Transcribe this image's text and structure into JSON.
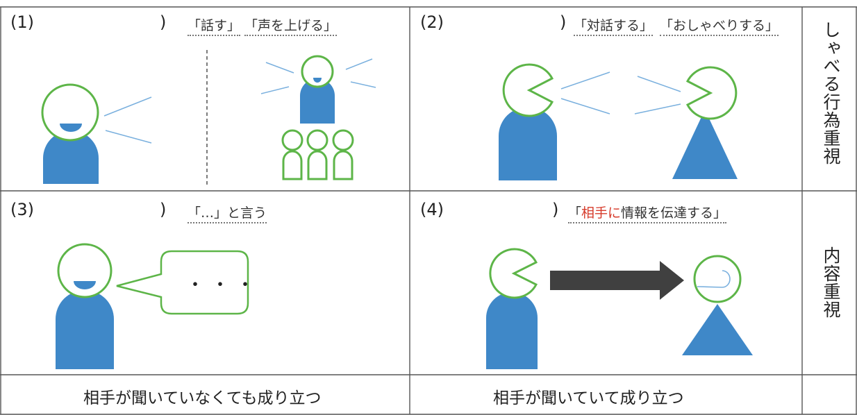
{
  "panels": [
    {
      "number": "(1)",
      "close_paren": ")",
      "phrase_a": "「話す」",
      "phrase_b": "「声を上げる」"
    },
    {
      "number": "(2)",
      "close_paren": ")",
      "phrase_a": "「対話する」",
      "phrase_b": "「おしゃべりする」"
    },
    {
      "number": "(3)",
      "close_paren": ")",
      "phrase_a": "「…」と言う",
      "bubble_text": "・・・"
    },
    {
      "number": "(4)",
      "close_paren": ")",
      "phrase_open": "「",
      "phrase_red": "相手に",
      "phrase_rest": "情報を伝達する」"
    }
  ],
  "side_labels": {
    "top": "しゃべる行為重視",
    "bottom": "内容重視"
  },
  "bottom_labels": {
    "left": "相手が聞いていなくても成り立つ",
    "right": "相手が聞いていて成り立つ"
  },
  "colors": {
    "figure_blue": "#3f88c8",
    "head_green": "#5db548",
    "arrow_dark": "#404040",
    "wave_blue": "#7ab0de",
    "highlight_red": "#d63a2a"
  }
}
